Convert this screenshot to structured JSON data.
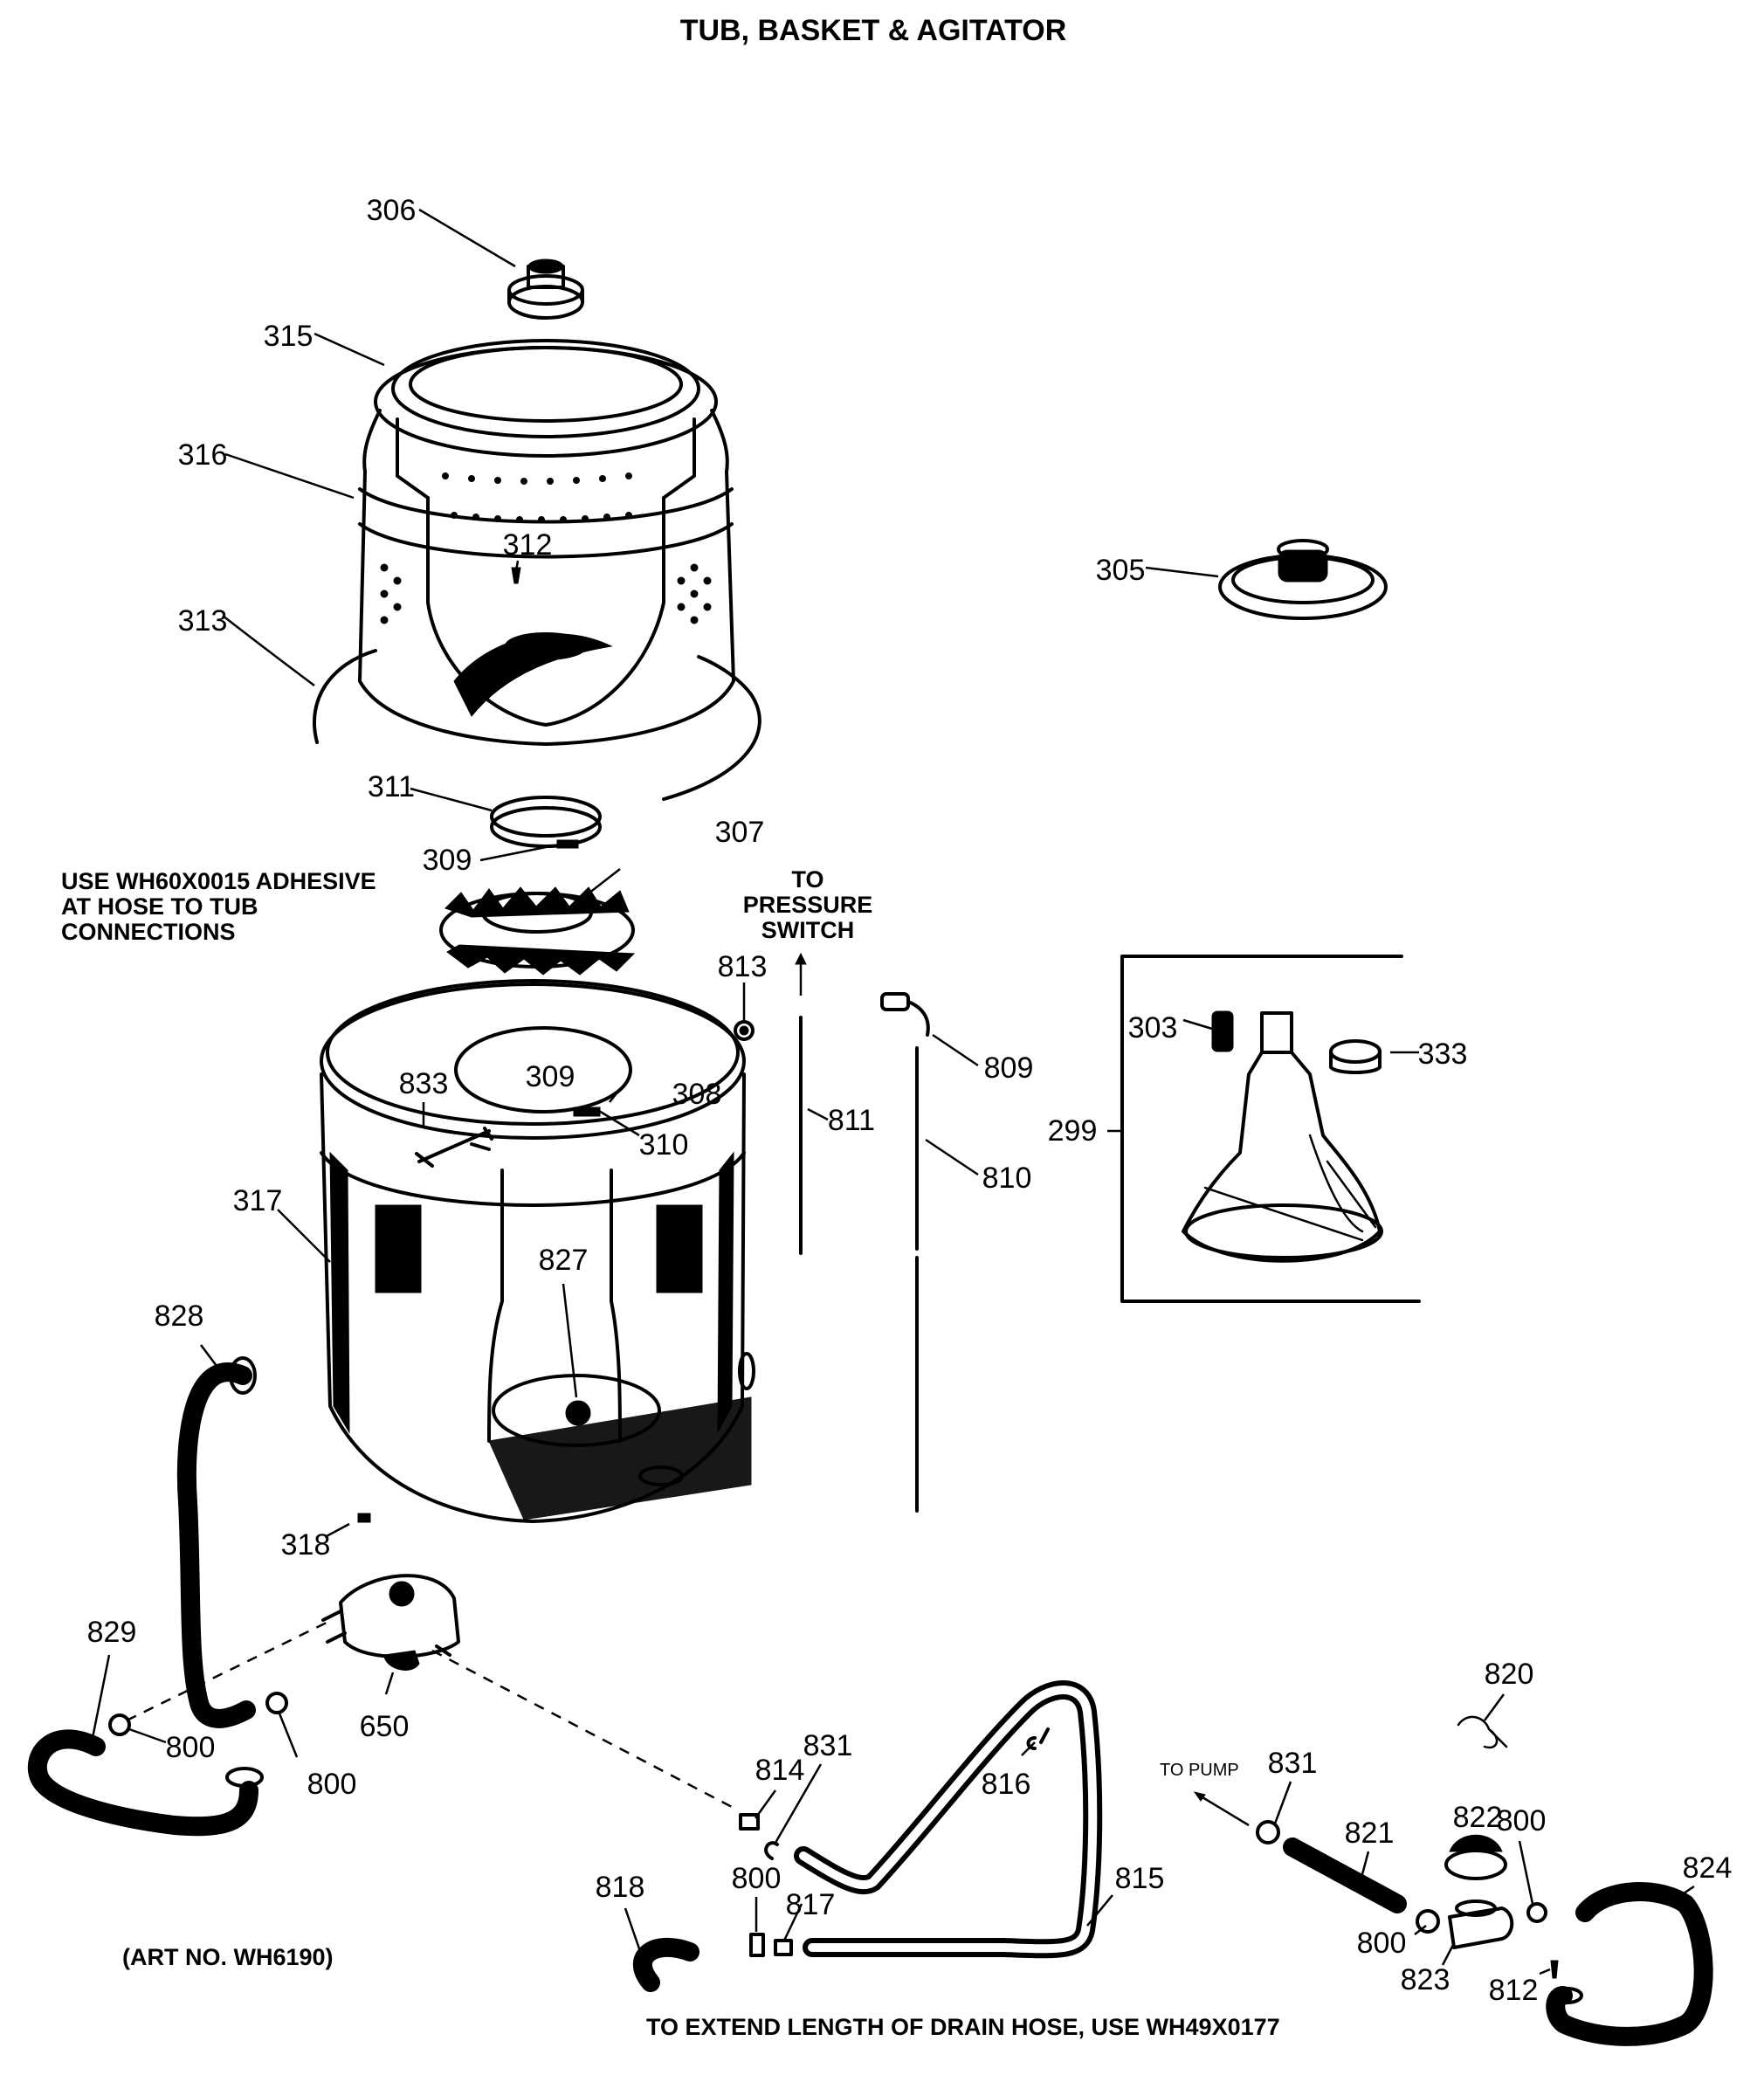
{
  "title": "TUB, BASKET & AGITATOR",
  "notes": {
    "adhesive": [
      "USE WH60X0015 ADHESIVE",
      "AT HOSE TO TUB",
      "CONNECTIONS"
    ],
    "pressure_switch": [
      "TO",
      "PRESSURE",
      "SWITCH"
    ],
    "to_pump": "TO PUMP",
    "art_no": "(ART NO. WH6190)",
    "drain_hose": "TO EXTEND LENGTH OF DRAIN HOSE, USE WH49X0177"
  },
  "parts": {
    "p306": "306",
    "p315": "315",
    "p316": "316",
    "p312": "312",
    "p313": "313",
    "p305": "305",
    "p311": "311",
    "p309a": "309",
    "p307": "307",
    "p813": "813",
    "p809": "809",
    "p811": "811",
    "p810": "810",
    "p833": "833",
    "p309b": "309",
    "p308": "308",
    "p310": "310",
    "p317": "317",
    "p827": "827",
    "p828": "828",
    "p299": "299",
    "p303": "303",
    "p333": "333",
    "p318": "318",
    "p829": "829",
    "p800a": "800",
    "p800b": "800",
    "p650": "650",
    "p814": "814",
    "p831a": "831",
    "p816": "816",
    "p815": "815",
    "p818": "818",
    "p800c": "800",
    "p817": "817",
    "p820": "820",
    "p831b": "831",
    "p821": "821",
    "p822": "822",
    "p800d": "800",
    "p824": "824",
    "p800e": "800",
    "p823": "823",
    "p812": "812"
  }
}
